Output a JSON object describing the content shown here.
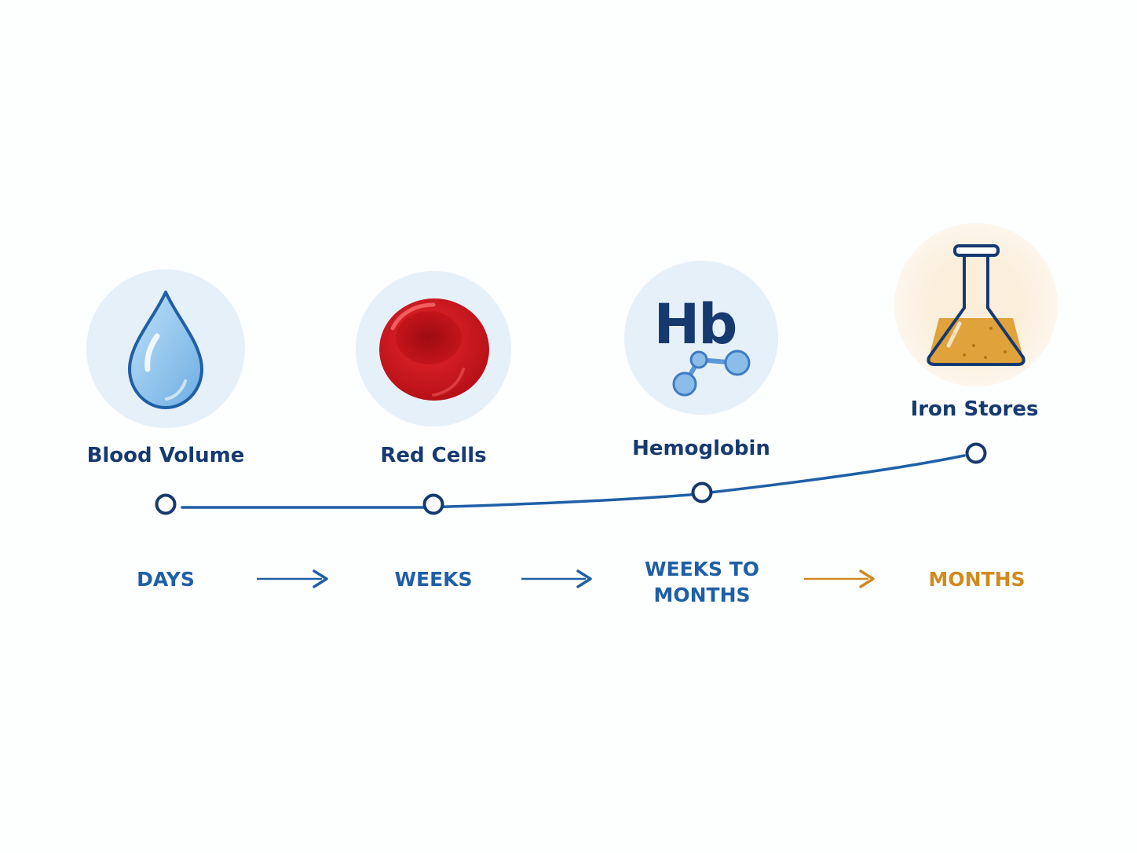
{
  "stages": [
    {
      "label": "Blood Volume",
      "icon": "water-drop-icon",
      "time": "DAYS"
    },
    {
      "label": "Red Cells",
      "icon": "red-blood-cell-icon",
      "time": "WEEKS"
    },
    {
      "label": "Hemoglobin",
      "icon": "hemoglobin-molecule-icon",
      "icon_text": "Hb",
      "time_line1": "WEEKS TO",
      "time_line2": "MONTHS"
    },
    {
      "label": "Iron Stores",
      "icon": "flask-icon",
      "time": "MONTHS"
    }
  ],
  "colors": {
    "primary": "#1f5fa6",
    "dark_text": "#163a70",
    "accent": "#d08a1e",
    "blood": "#c8141b",
    "drop": "#8cc4ee",
    "icon_bg_blue": "#e6f0f8",
    "icon_bg_orange": "#fbefdc"
  }
}
